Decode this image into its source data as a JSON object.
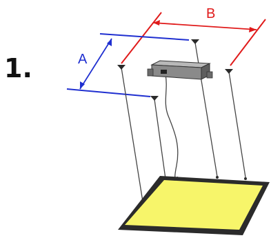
{
  "step": {
    "number": "1."
  },
  "dimensions": {
    "a": {
      "label": "A",
      "color": "#1f2fd0"
    },
    "b": {
      "label": "B",
      "color": "#e01b1b"
    }
  },
  "colors": {
    "panel_fill": "#f7f56a",
    "panel_border": "#2b2b2b",
    "driver_box": "#8a8a8a",
    "cable": "#444444",
    "ink": "#111111"
  },
  "icons": {
    "driver": "led-driver-box-icon",
    "panel": "led-panel-icon",
    "anchor": "ceiling-anchor-icon"
  }
}
